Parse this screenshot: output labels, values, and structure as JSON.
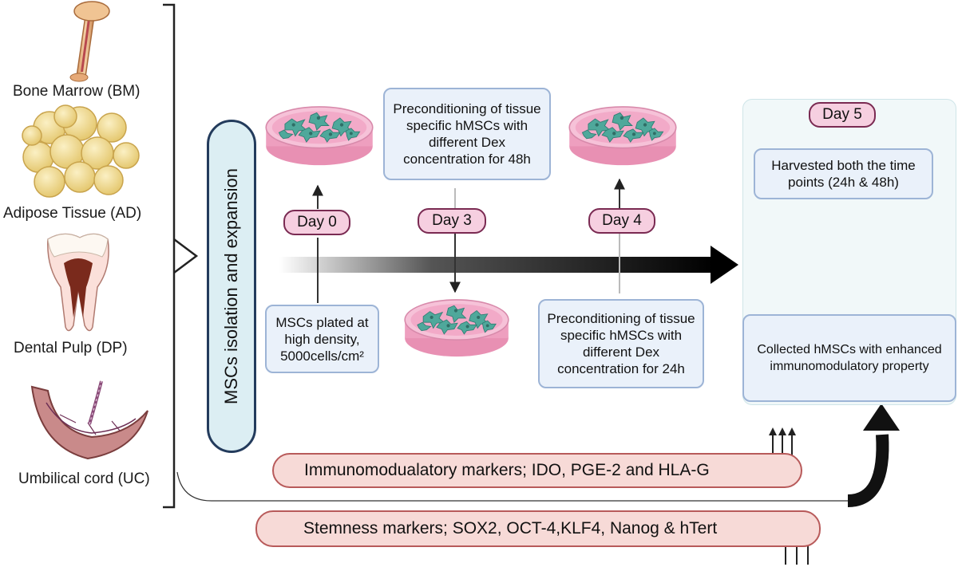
{
  "sources": {
    "bm": "Bone Marrow (BM)",
    "ad": "Adipose Tissue (AD)",
    "dp": "Dental Pulp (DP)",
    "uc": "Umbilical cord (UC)"
  },
  "isolation_label": "MSCs isolation and expansion",
  "days": {
    "d0": "Day 0",
    "d3": "Day 3",
    "d4": "Day 4",
    "d5": "Day 5"
  },
  "boxes": {
    "plated": "MSCs plated at high density, 5000cells/cm²",
    "precond48": "Preconditioning of tissue specific hMSCs with different  Dex concentration for 48h",
    "precond24": "Preconditioning of tissue specific hMSCs with different  Dex concentration for 24h",
    "harvested": "Harvested both the time points (24h & 48h)",
    "collected": "Collected hMSCs with enhanced immunomodulatory property"
  },
  "markers": {
    "immuno": "Immunomodualatory markers; IDO, PGE-2 and HLA-G",
    "stemness": "Stemness markers; SOX2, OCT-4,KLF4, Nanog & hTert"
  },
  "colors": {
    "day_border": "#7a2a52",
    "day_fill": "#f6cfe0",
    "box_border": "#9db4d6",
    "box_fill": "#eaf1fa",
    "marker_border": "#b85a5a",
    "marker_fill": "#f7dad7",
    "dish_pink": "#f2a7c4",
    "cell_teal": "#4fa89b"
  }
}
